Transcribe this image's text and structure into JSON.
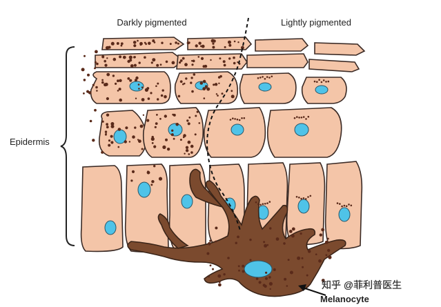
{
  "labels": {
    "dark_side": "Darkly pigmented",
    "light_side": "Lightly pigmented",
    "layer": "Epidermis",
    "pigment_cell": "Melanocyte"
  },
  "watermark": "知乎 @菲利普医生",
  "colors": {
    "cell_fill": "#f4c5a8",
    "cell_stroke": "#3a2a25",
    "nucleus": "#4fc3e8",
    "melanin": "#5a2a1a",
    "melanocyte": "#7b4a2e"
  }
}
